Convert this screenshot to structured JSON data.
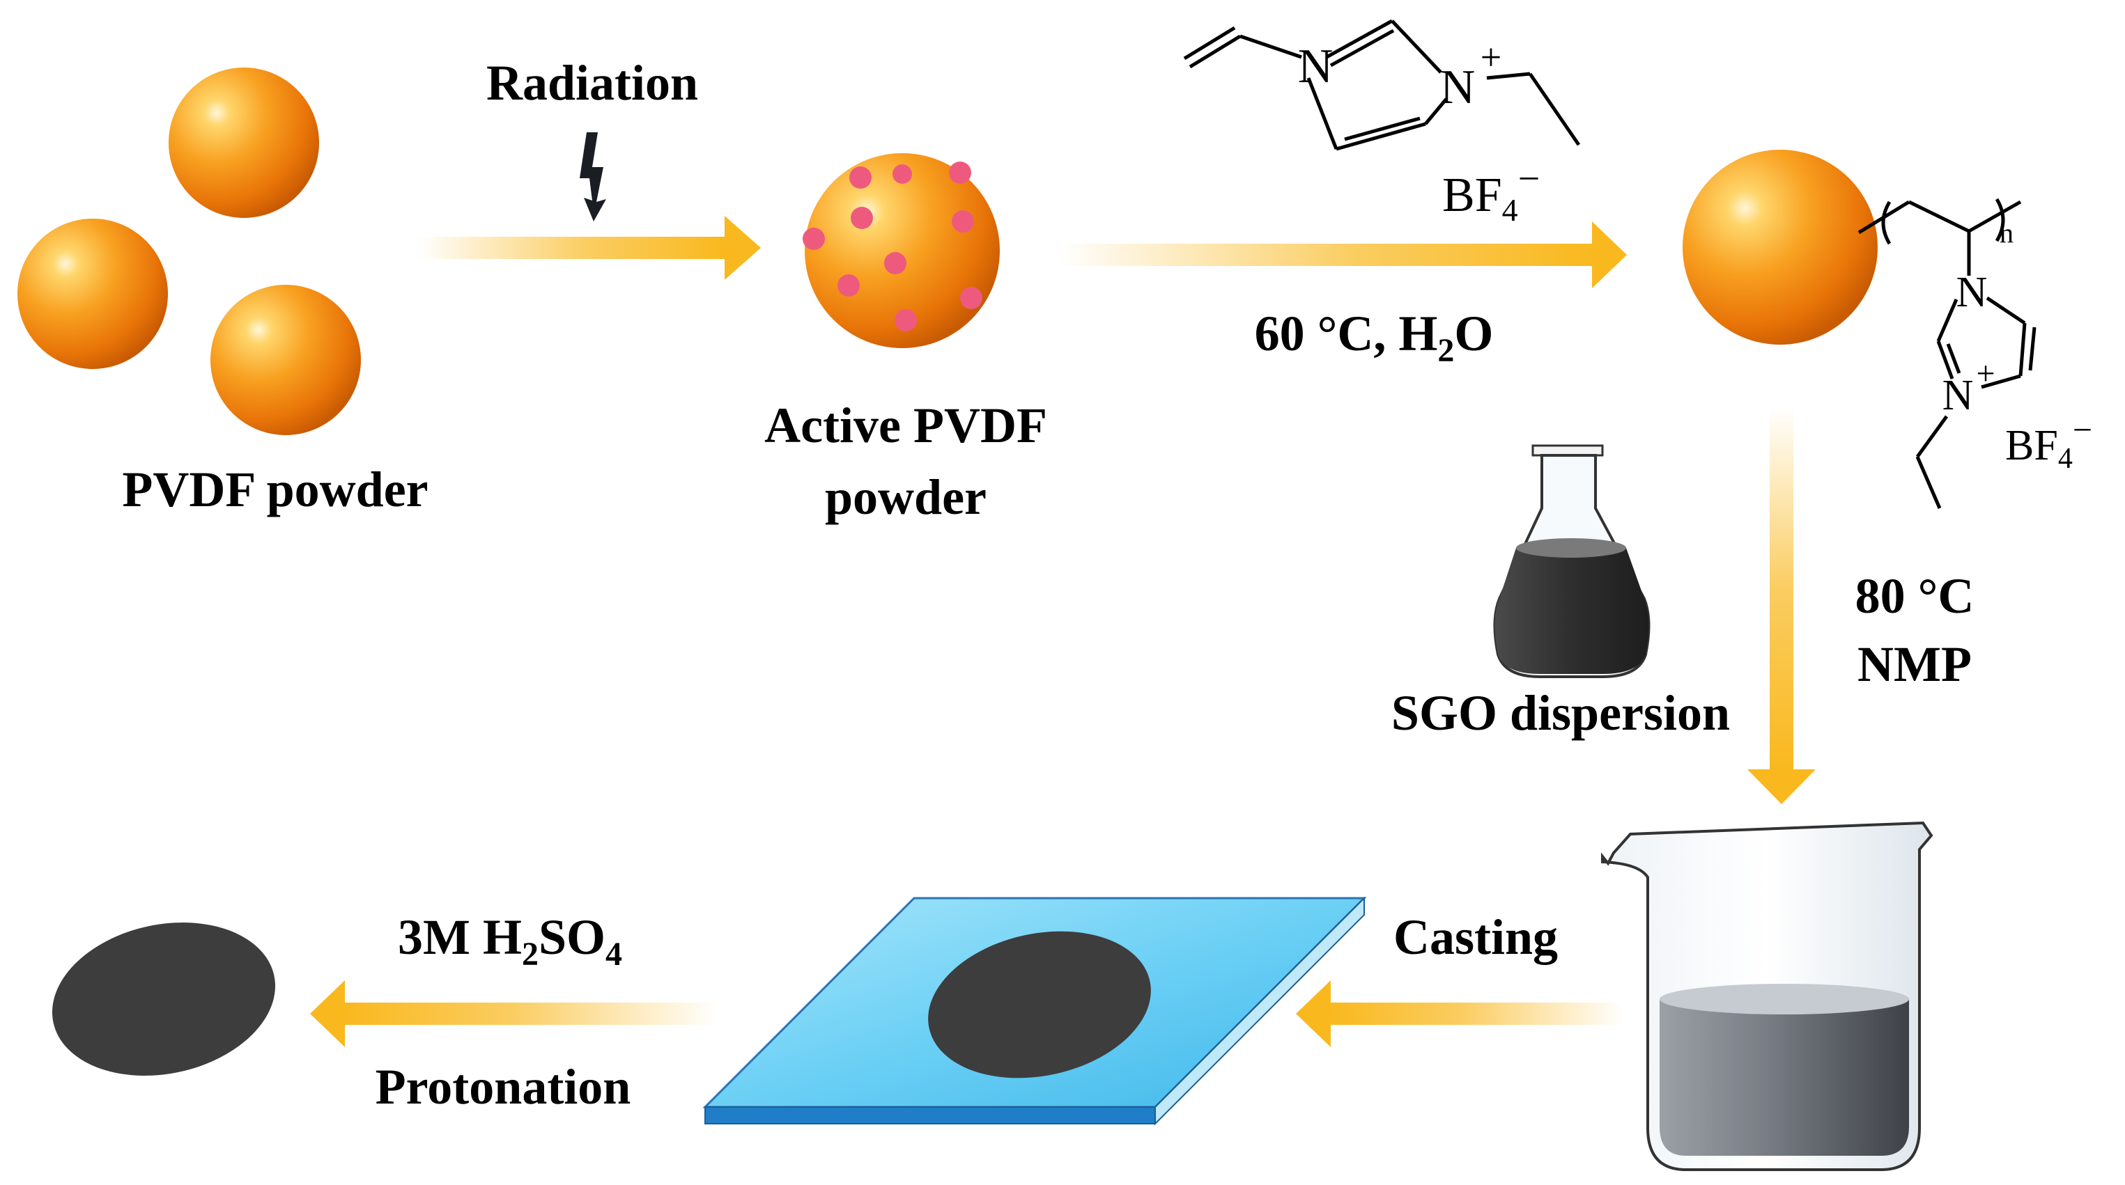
{
  "labels": {
    "pvdf_powder": "PVDF powder",
    "radiation": "Radiation",
    "active_line1": "Active PVDF",
    "active_line2": "powder",
    "cond_60": "60 °C, H",
    "cond_60_sub": "2",
    "cond_60_tail": "O",
    "cond_80": "80 °C",
    "nmp": "NMP",
    "sgo": "SGO dispersion",
    "casting": "Casting",
    "acid_pre": "3M H",
    "acid_sub1": "2",
    "acid_mid": "SO",
    "acid_sub2": "4",
    "protonation": "Protonation"
  },
  "chem": {
    "n1": "N",
    "n2": "N",
    "plus": "+",
    "bf": "BF",
    "bf_sub": "4",
    "minus": "−",
    "poly_n_sub": "n",
    "poly_n1": "N",
    "poly_n2": "N",
    "poly_plus": "+",
    "poly_bf": "BF",
    "poly_bf_sub": "4",
    "poly_minus": "−"
  },
  "colors": {
    "sphere_orange": "#f28a10",
    "active_dot": "#ee5a7e",
    "arrow": "#f9b81e",
    "membrane": "#3d3d3d",
    "glass_plate": "#5cc6f0"
  }
}
